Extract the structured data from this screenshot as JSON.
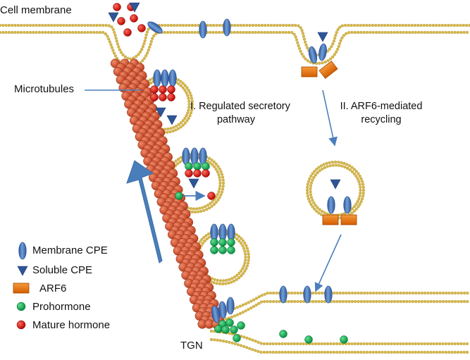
{
  "labels": {
    "cell_membrane": "Cell membrane",
    "microtubules": "Microtubules",
    "regulated_line1": "I. Regulated secretory",
    "regulated_line2": "pathway",
    "arf6_line1": "II. ARF6-mediated",
    "arf6_line2": "recycling",
    "tgn": "TGN"
  },
  "legend": {
    "membrane_cpe": "Membrane CPE",
    "soluble_cpe": "Soluble CPE",
    "arf6": "ARF6",
    "prohormone": "Prohormone",
    "mature_hormone": "Mature hormone"
  },
  "colors": {
    "membrane_dot": "#d6b84a",
    "cpe_blue": "#4f81bd",
    "cpe_dark": "#2f5597",
    "arf6_orange": "#e46c0a",
    "prohormone_green": "#00a651",
    "mature_red": "#c00000",
    "microtubule_red": "#c0504d",
    "arrow_blue": "#4a7ebb"
  }
}
